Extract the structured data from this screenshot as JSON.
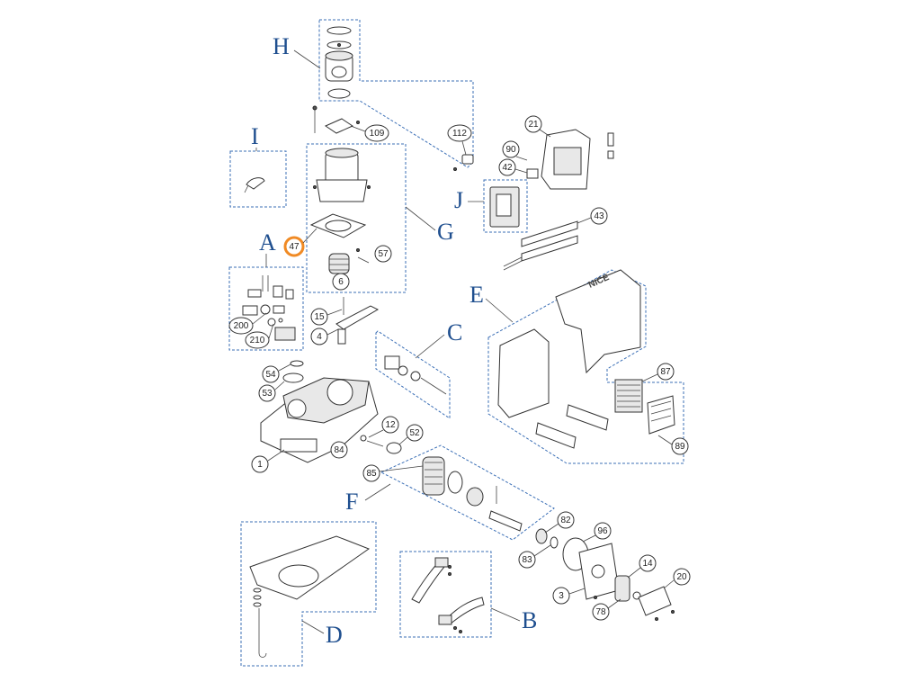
{
  "groups": [
    "H",
    "I",
    "A",
    "G",
    "J",
    "C",
    "E",
    "F",
    "D",
    "B"
  ],
  "callouts": {
    "c109": "109",
    "c112": "112",
    "c21": "21",
    "c90": "90",
    "c42": "42",
    "c43": "43",
    "c47": "47",
    "c57": "57",
    "c6": "6",
    "c200": "200",
    "c210": "210",
    "c15": "15",
    "c4": "4",
    "c54": "54",
    "c53": "53",
    "c12": "12",
    "c52": "52",
    "c84": "84",
    "c1": "1",
    "c85": "85",
    "c87": "87",
    "c89": "89",
    "c82": "82",
    "c96": "96",
    "c83": "83",
    "c14": "14",
    "c20": "20",
    "c3": "3",
    "c78": "78"
  },
  "highlight_color": "#f08a24",
  "group_color": "#1f4f8f",
  "brand_mark": "NICE"
}
